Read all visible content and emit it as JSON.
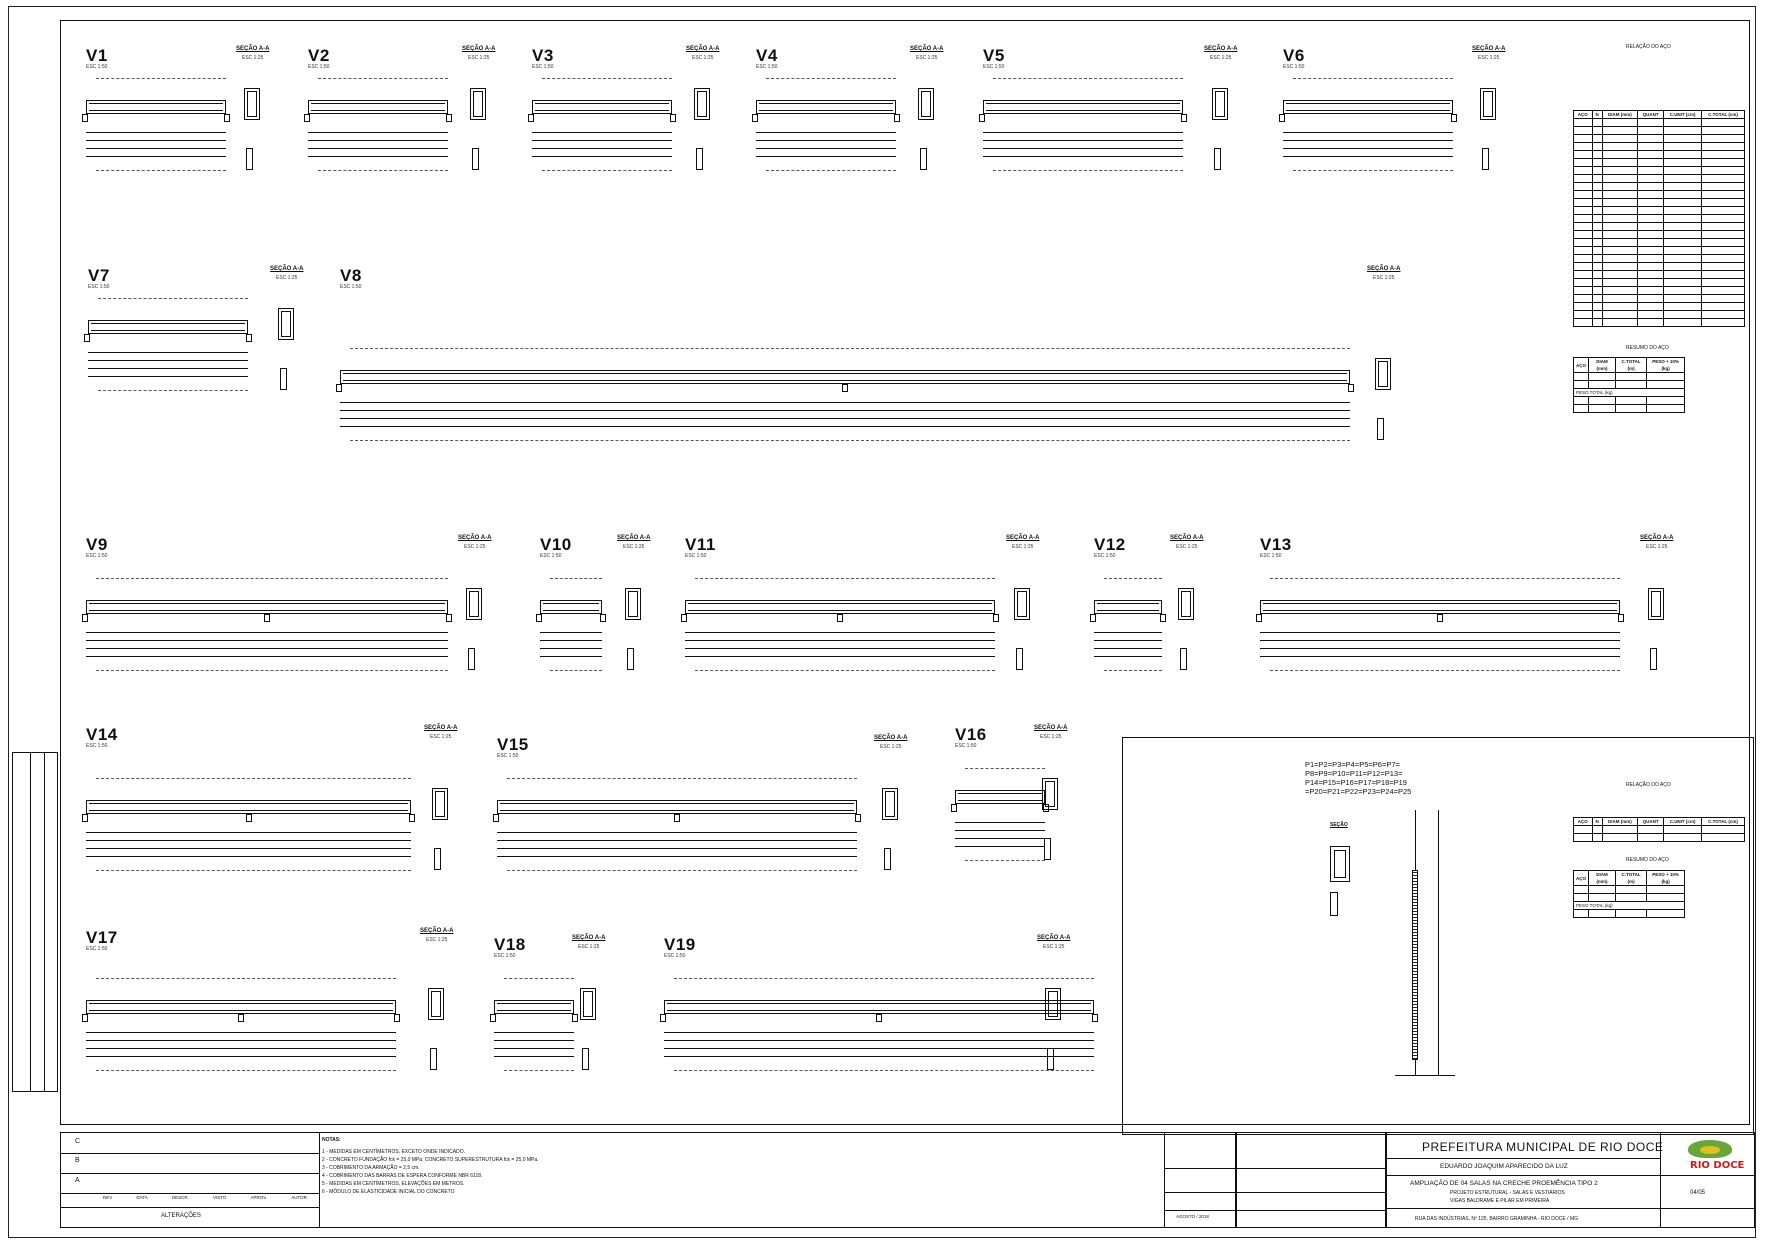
{
  "beams": [
    {
      "name": "V1",
      "scale": "ESC 1:50"
    },
    {
      "name": "V2",
      "scale": "ESC 1:50"
    },
    {
      "name": "V3",
      "scale": "ESC 1:50"
    },
    {
      "name": "V4",
      "scale": "ESC 1:50"
    },
    {
      "name": "V5",
      "scale": "ESC 1:50"
    },
    {
      "name": "V6",
      "scale": "ESC 1:50"
    },
    {
      "name": "V7",
      "scale": "ESC 1:50"
    },
    {
      "name": "V8",
      "scale": "ESC 1:50"
    },
    {
      "name": "V9",
      "scale": "ESC 1:50"
    },
    {
      "name": "V10",
      "scale": "ESC 1:50"
    },
    {
      "name": "V11",
      "scale": "ESC 1:50"
    },
    {
      "name": "V12",
      "scale": "ESC 1:50"
    },
    {
      "name": "V13",
      "scale": "ESC 1:50"
    },
    {
      "name": "V14",
      "scale": "ESC 1:50"
    },
    {
      "name": "V15",
      "scale": "ESC 1:50"
    },
    {
      "name": "V16",
      "scale": "ESC 1:50"
    },
    {
      "name": "V17",
      "scale": "ESC 1:50"
    },
    {
      "name": "V18",
      "scale": "ESC 1:50"
    },
    {
      "name": "V19",
      "scale": "ESC 1:50"
    }
  ],
  "section_label": "SEÇÃO A-A",
  "section_scale": "ESC 1:25",
  "relacao_aco_title": "RELAÇÃO DO AÇO",
  "resumo_aco_title": "RESUMO DO AÇO",
  "relacao_headers": [
    "AÇO",
    "N",
    "DIAM (mm)",
    "QUANT",
    "C.UNIT (cm)",
    "C.TOTAL (cm)"
  ],
  "resumo_headers": [
    "AÇO",
    "DIAM (mm)",
    "C.TOTAL (m)",
    "PESO + 10% (kg)"
  ],
  "peso_total": "PESO TOTAL (kg)",
  "pilares_text": [
    "P1=P2=P3=P4=P5=P6=P7=",
    "P8=P9=P10=P11=P12=P13=",
    "P14=P15=P16=P17=P18=P19",
    "=P20=P21=P22=P23=P24=P25"
  ],
  "pilar_secao": "SEÇÃO",
  "notes_title": "NOTAS:",
  "notes": [
    "1 - MEDIDAS EM CENTÍMETROS, EXCETO ONDE INDICADO.",
    "2 - CONCRETO FUNDAÇÃO fck = 25,0 MPa; CONCRETO SUPERESTRUTURA fck = 25,0 MPa.",
    "3 - COBRIMENTO DA ARMAÇÃO = 2,5 cm.",
    "4 - COBRIMENTO DAS BARRAS DE ESPERA CONFORME NBR 6118.",
    "5 - MEDIDAS EM CENTÍMETROS, ELEVAÇÕES EM METROS.",
    "6 - MÓDULO DE ELASTICIDADE INICIAL DO CONCRETO"
  ],
  "revisions": [
    "C",
    "B",
    "A"
  ],
  "alteracoes": "ALTERAÇÕES",
  "rev_headers": [
    "REV",
    "DATA",
    "DESCR.",
    "VISTO",
    "APROV.",
    "AUTOR"
  ],
  "prefeitura": "PREFEITURA MUNICIPAL DE RIO DOCE",
  "responsavel": "EDUARDO JOAQUIM APARECIDO DA LUZ",
  "projeto_titulo": "AMPLIAÇÃO DE 04 SALAS NA CRECHE PROEMÊNCIA TIPO 2",
  "projeto_sub1": "PROJETO ESTRUTURAL - SALAS E VESTIÁRIOS",
  "projeto_sub2": "VIGAS BALDRAME E PILAR EM PRIMEIRA",
  "endereco": "RUA DAS INDÚSTRIAS, Nº 125, BAIRRO GRAMINHA - RIO DOCE / MG",
  "data": "AGOSTO / 2018",
  "folha": "04/05",
  "brand": "RIO DOCE"
}
